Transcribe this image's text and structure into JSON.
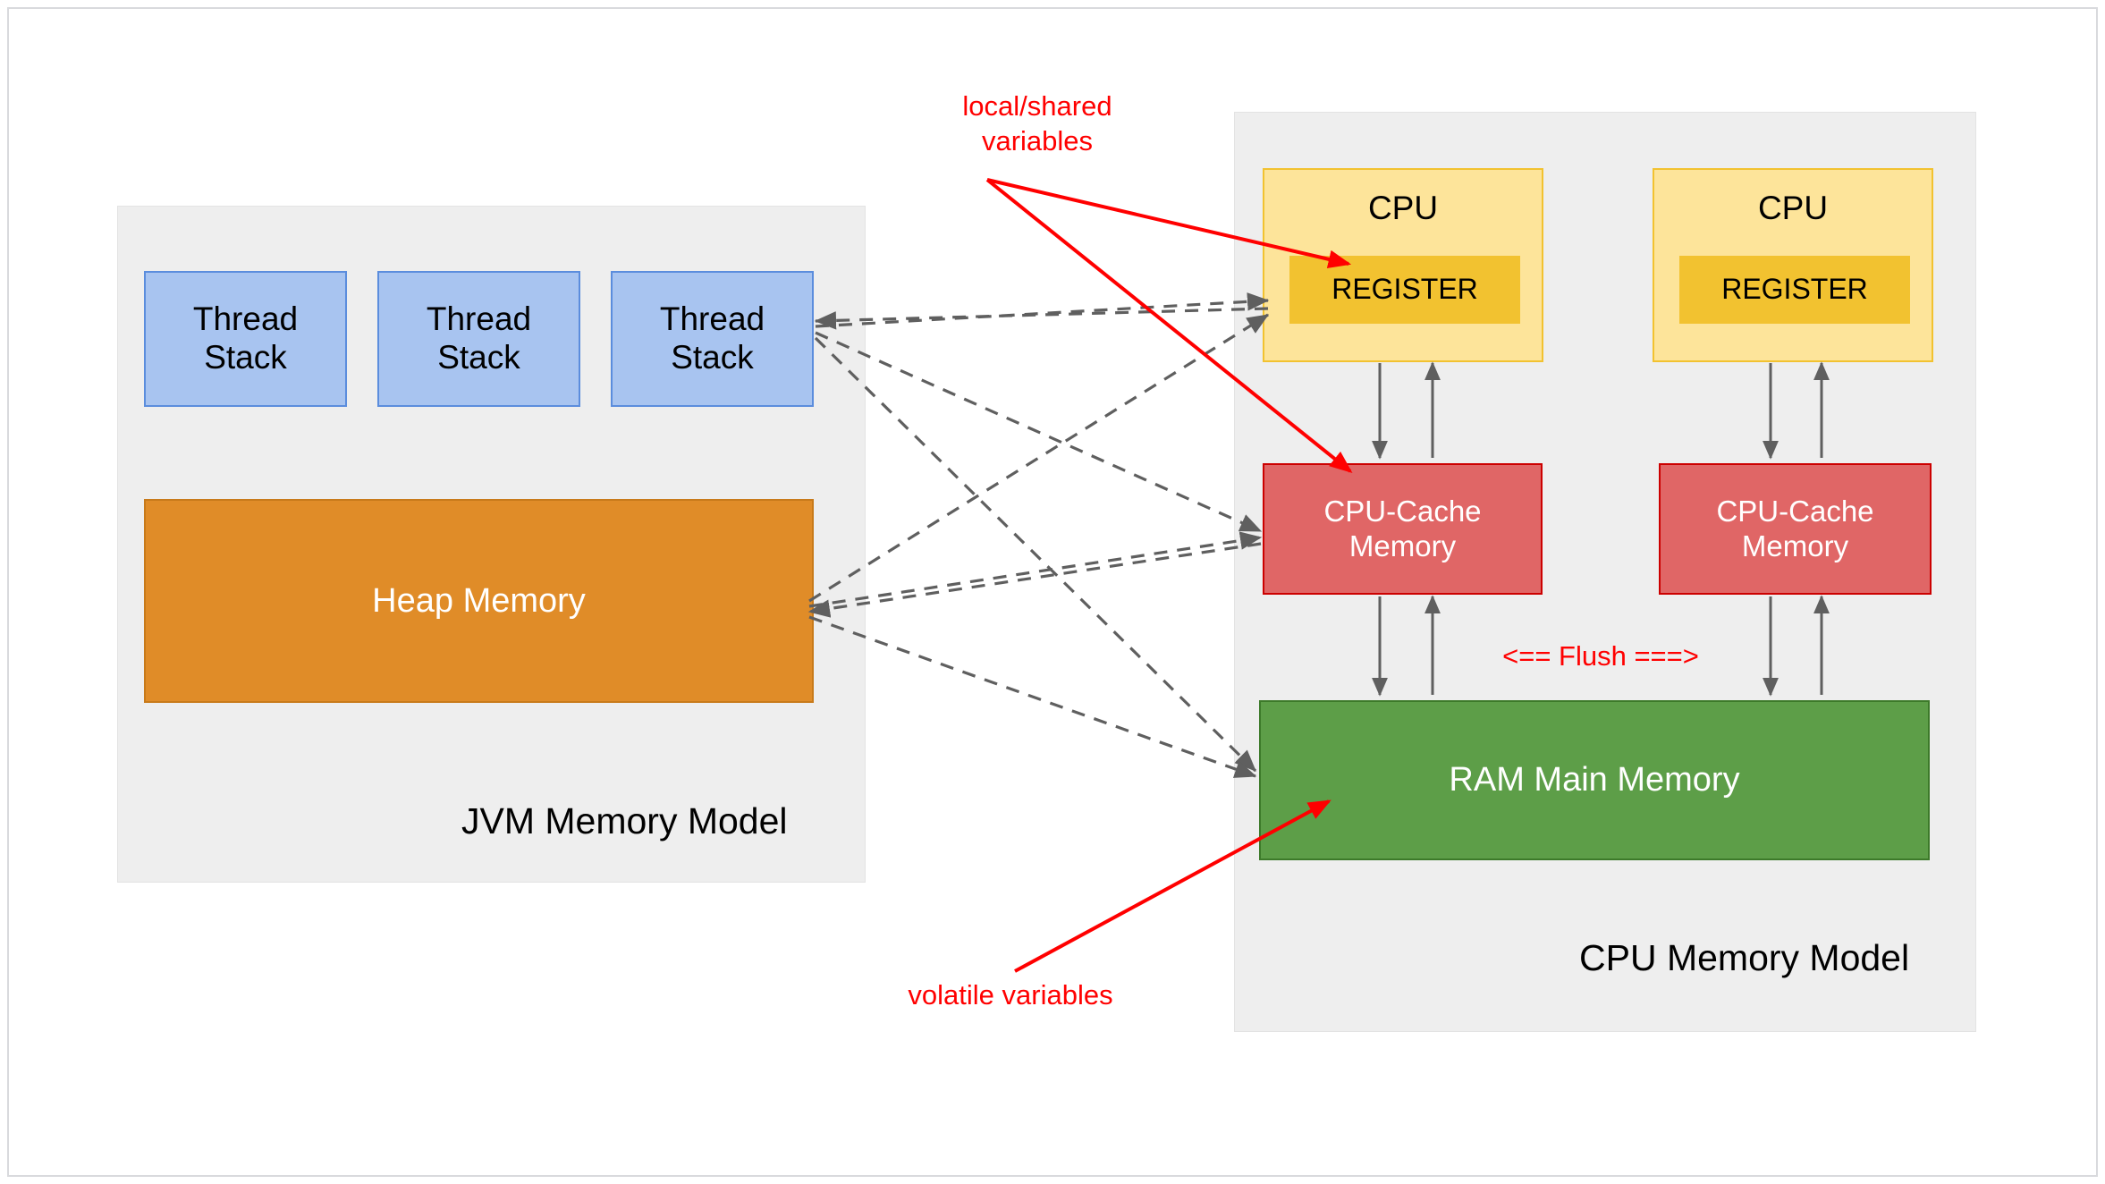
{
  "diagram": {
    "title_hidden": "",
    "panels": [
      {
        "id": "jvm",
        "label": "JVM Memory Model"
      },
      {
        "id": "cpu",
        "label": "CPU Memory Model"
      }
    ],
    "jvm": {
      "label": "JVM Memory Model",
      "thread_stacks": [
        {
          "label": "Thread\nStack"
        },
        {
          "label": "Thread\nStack"
        },
        {
          "label": "Thread\nStack"
        }
      ],
      "heap": {
        "label": "Heap Memory"
      }
    },
    "cpu": {
      "label": "CPU Memory Model",
      "cpus": [
        {
          "label": "CPU",
          "register": "REGISTER"
        },
        {
          "label": "CPU",
          "register": "REGISTER"
        }
      ],
      "caches": [
        {
          "label": "CPU-Cache\nMemory"
        },
        {
          "label": "CPU-Cache\nMemory"
        }
      ],
      "ram": {
        "label": "RAM Main Memory"
      }
    },
    "annotations": [
      {
        "id": "local-shared",
        "text": "local/shared\nvariables",
        "color": "#ff0000"
      },
      {
        "id": "volatile",
        "text": "volatile variables",
        "color": "#ff0000"
      },
      {
        "id": "flush",
        "text": "<== Flush ===>",
        "color": "#ff0000"
      }
    ],
    "colors": {
      "panel_bg": "#eeeeee",
      "thread_stack_fill": "#a8c4f0",
      "thread_stack_stroke": "#5b8ddd",
      "heap_fill": "#e08c28",
      "heap_stroke": "#c87a1a",
      "cpu_fill": "#fde49a",
      "cpu_stroke": "#f2c230",
      "register_fill": "#f2c230",
      "cache_fill": "#e06666",
      "cache_stroke": "#cc0000",
      "ram_fill": "#5d9e48",
      "ram_stroke": "#3d7a2a",
      "annotation_red": "#ff0000",
      "dashed_arrow": "#666666",
      "solid_arrow": "#666666",
      "page_border": "#d9dadd"
    }
  }
}
